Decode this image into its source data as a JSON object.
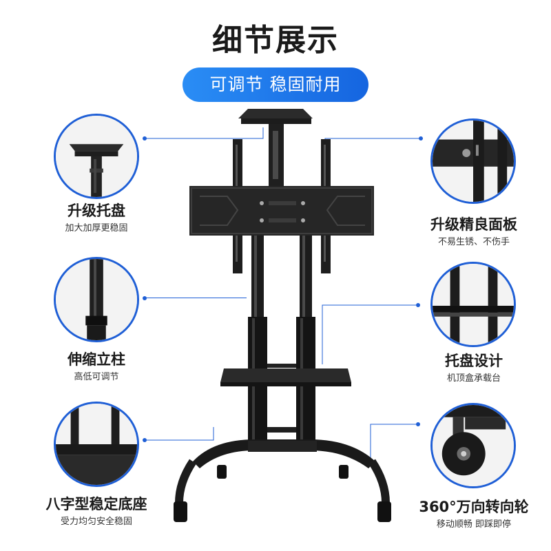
{
  "title": "细节展示",
  "badge": "可调节 稳固耐用",
  "accent_color": "#1f5fd6",
  "features": [
    {
      "label": "升级托盘",
      "sub": "加大加厚更稳固",
      "icon": "top-tray-icon"
    },
    {
      "label": "升级精良面板",
      "sub": "不易生锈、不伤手",
      "icon": "mount-panel-icon"
    },
    {
      "label": "伸缩立柱",
      "sub": "高低可调节",
      "icon": "telescopic-column-icon"
    },
    {
      "label": "托盘设计",
      "sub": "机顶盒承载台",
      "icon": "shelf-icon"
    },
    {
      "label": "八字型稳定底座",
      "sub": "受力均匀安全稳固",
      "icon": "base-icon"
    },
    {
      "label": "360°万向转向轮",
      "sub": "移动顺畅  即踩即停",
      "icon": "caster-wheel-icon"
    }
  ]
}
